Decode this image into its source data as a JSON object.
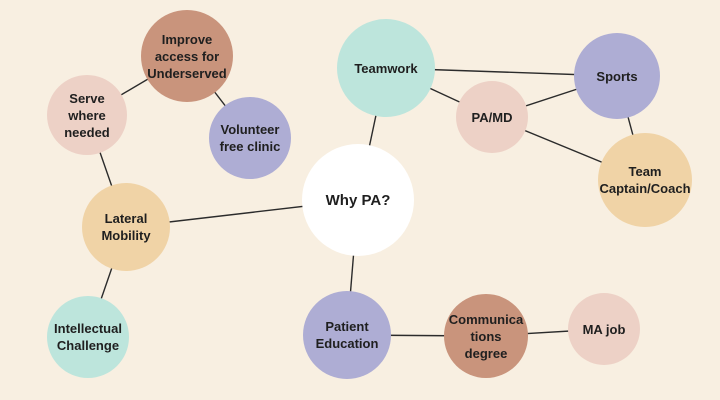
{
  "colors": {
    "background": "#f8efe1",
    "edge": "#2b2b2b",
    "mint": "#bde5dc",
    "lavender": "#aeadd4",
    "pink": "#edd1c6",
    "peach": "#f0d3a6",
    "terracotta": "#c9947c",
    "white": "#ffffff"
  },
  "nodes": [
    {
      "id": "why-pa",
      "label": "Why PA?",
      "color": "white"
    },
    {
      "id": "teamwork",
      "label": "Teamwork",
      "color": "mint"
    },
    {
      "id": "sports",
      "label": "Sports",
      "color": "lavender"
    },
    {
      "id": "pa-md",
      "label": "PA/MD",
      "color": "pink"
    },
    {
      "id": "team-captain",
      "label": "Team\nCaptain/Coach",
      "color": "peach"
    },
    {
      "id": "improve-access",
      "label": "Improve\naccess for\nUnderserved",
      "color": "terracotta"
    },
    {
      "id": "serve-where-needed",
      "label": "Serve\nwhere\nneeded",
      "color": "pink"
    },
    {
      "id": "volunteer-clinic",
      "label": "Volunteer\nfree clinic",
      "color": "lavender"
    },
    {
      "id": "lateral-mobility",
      "label": "Lateral\nMobility",
      "color": "peach"
    },
    {
      "id": "intellectual-challenge",
      "label": "Intellectual\nChallenge",
      "color": "mint"
    },
    {
      "id": "patient-education",
      "label": "Patient\nEducation",
      "color": "lavender"
    },
    {
      "id": "communications-degree",
      "label": "Communica\ntions degree",
      "color": "terracotta"
    },
    {
      "id": "ma-job",
      "label": "MA job",
      "color": "pink"
    }
  ],
  "edges": [
    [
      "why-pa",
      "teamwork"
    ],
    [
      "why-pa",
      "lateral-mobility"
    ],
    [
      "why-pa",
      "patient-education"
    ],
    [
      "teamwork",
      "sports"
    ],
    [
      "teamwork",
      "pa-md"
    ],
    [
      "pa-md",
      "sports"
    ],
    [
      "pa-md",
      "team-captain"
    ],
    [
      "sports",
      "team-captain"
    ],
    [
      "serve-where-needed",
      "improve-access"
    ],
    [
      "improve-access",
      "volunteer-clinic"
    ],
    [
      "serve-where-needed",
      "lateral-mobility"
    ],
    [
      "lateral-mobility",
      "intellectual-challenge"
    ],
    [
      "patient-education",
      "communications-degree"
    ],
    [
      "communications-degree",
      "ma-job"
    ]
  ]
}
